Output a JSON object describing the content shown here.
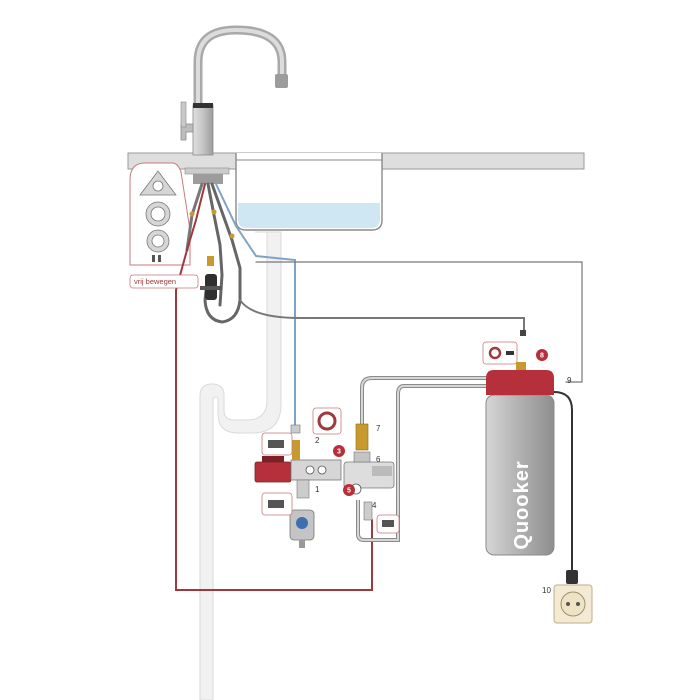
{
  "tag_free_move": "vrij bewegen",
  "brand": "Quooker",
  "markers": [
    "1",
    "2",
    "3",
    "4",
    "5",
    "6",
    "7",
    "8",
    "9",
    "10"
  ],
  "highlighted_markers": [
    "3",
    "5",
    "8"
  ],
  "colors": {
    "pipe_grey": "#777777",
    "pipe_blue": "#7fa3c8",
    "pipe_red": "#a0393d",
    "tank_red": "#b5303a",
    "tank_silver": "#bfbfbf",
    "water": "#cfe6f3",
    "counter": "#d9d9d9",
    "drain": "#f0f0f0"
  }
}
